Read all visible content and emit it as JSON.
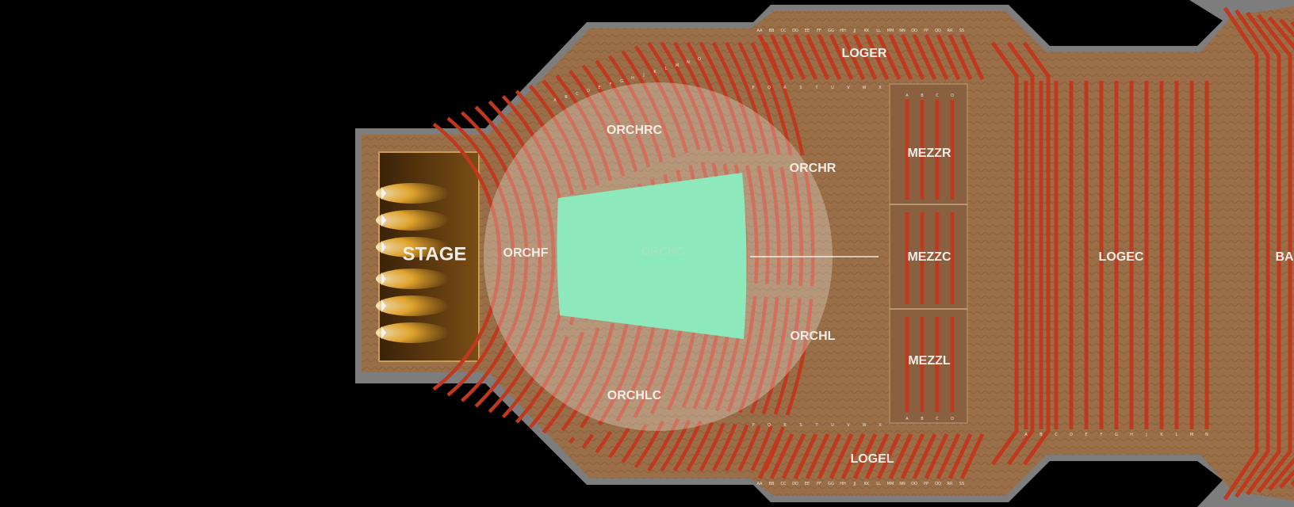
{
  "map": {
    "background_color": "#000000",
    "frame_color": "#7a7a7a",
    "floor_color": "#9a6f47",
    "seat_color": "#c0391f",
    "selected_color": "#62e0a2",
    "highlight_color": "#ffffff",
    "stage": {
      "label": "STAGE"
    },
    "sections": {
      "orchc": "ORCHC",
      "orchrc": "ORCHRC",
      "orchlc": "ORCHLC",
      "orchf": "ORCHF",
      "orchr": "ORCHR",
      "orchl": "ORCHL",
      "loger": "LOGER",
      "logel": "LOGEL",
      "mezzr": "MEZZR",
      "mezzc": "MEZZC",
      "mezzl": "MEZZL",
      "logec": "LOGEC",
      "balcony_partial": "BA"
    },
    "selected_section": "ORCHC",
    "row_letters": {
      "loge_rows": [
        "AA",
        "BB",
        "CC",
        "DD",
        "EE",
        "FF",
        "GG",
        "HH",
        "JJ",
        "KK",
        "LL",
        "MM",
        "NN",
        "OO",
        "PP",
        "QQ",
        "RR",
        "SS"
      ],
      "mezz_rows": [
        "A",
        "B",
        "C",
        "D"
      ],
      "orch_rows": [
        "P",
        "Q",
        "R",
        "S",
        "T",
        "U",
        "V",
        "W",
        "X"
      ],
      "orchrc_rows": [
        "A",
        "B",
        "C",
        "D",
        "E",
        "F",
        "G",
        "H",
        "J",
        "K",
        "L",
        "M",
        "N",
        "O"
      ],
      "logec_rows": [
        "A",
        "B",
        "C",
        "D",
        "E",
        "F",
        "G",
        "H",
        "J",
        "K",
        "L",
        "M",
        "N"
      ]
    }
  }
}
